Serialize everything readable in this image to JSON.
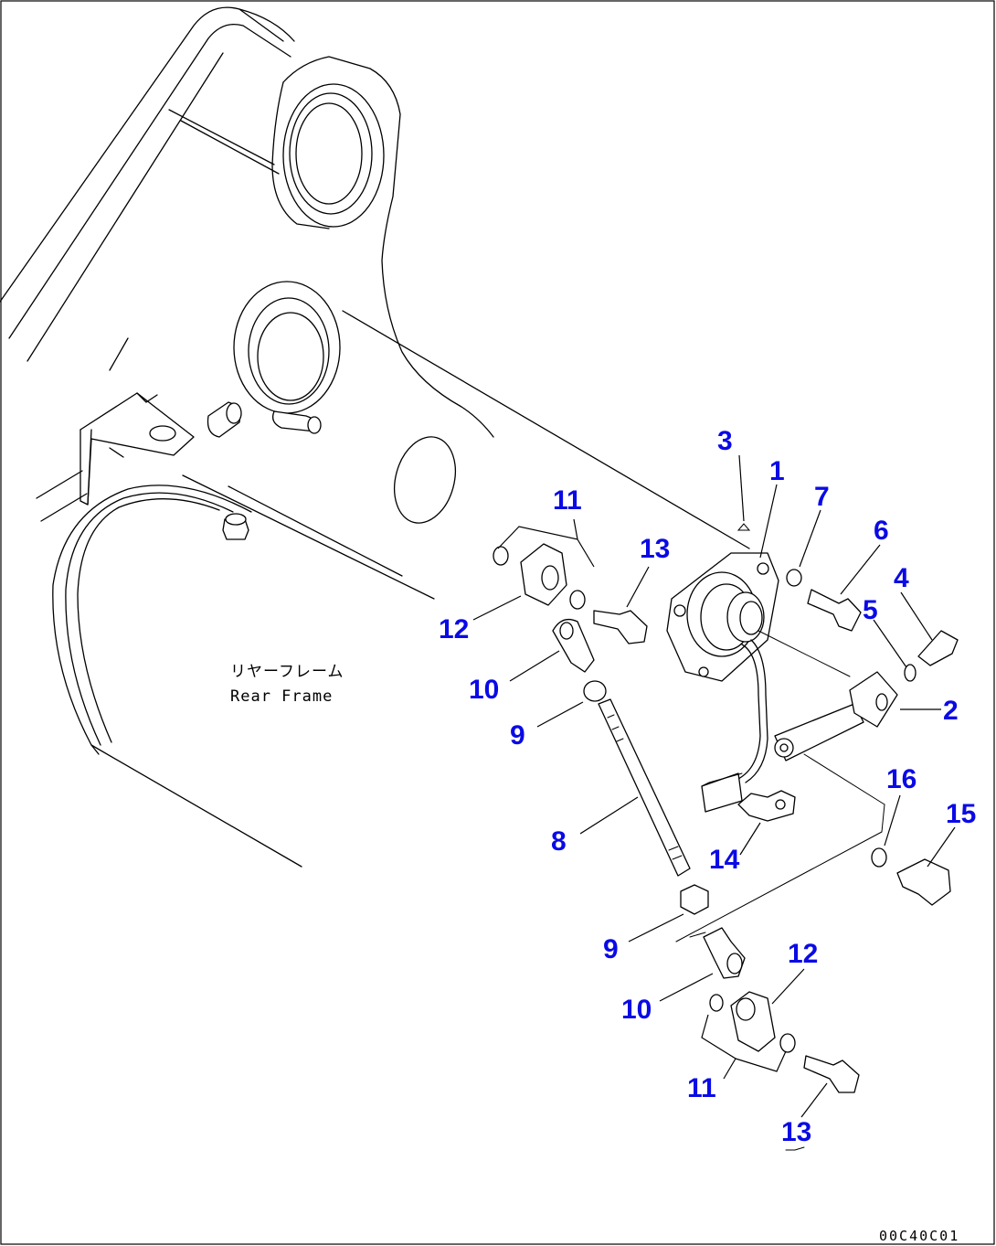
{
  "frame_label": {
    "japanese": "リヤーフレーム",
    "english": "Rear Frame"
  },
  "drawing_code": "00C40C01",
  "callouts": {
    "c1": "1",
    "c2": "2",
    "c3": "3",
    "c4": "4",
    "c5": "5",
    "c6": "6",
    "c7": "7",
    "c8": "8",
    "c9a": "9",
    "c9b": "9",
    "c10a": "10",
    "c10b": "10",
    "c11a": "11",
    "c11b": "11",
    "c12a": "12",
    "c12b": "12",
    "c13a": "13",
    "c13b": "13",
    "c14": "14",
    "c15": "15",
    "c16": "16"
  },
  "colors": {
    "callout": "#0a0ae6",
    "line": "#000000",
    "background": "#ffffff"
  }
}
